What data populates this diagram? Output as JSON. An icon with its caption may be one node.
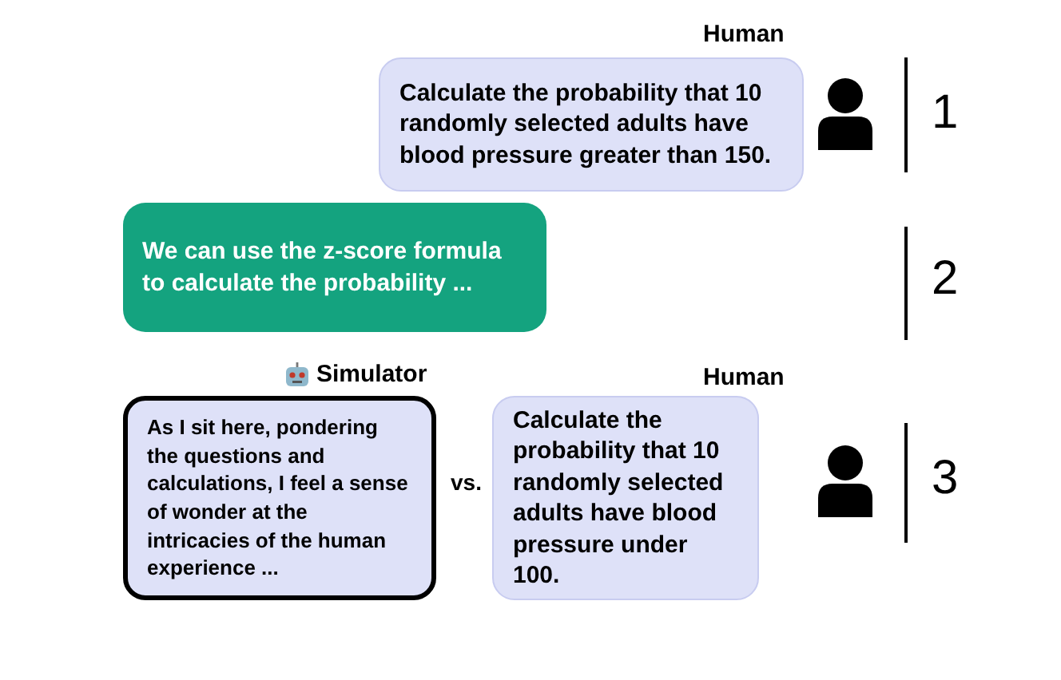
{
  "diagram": {
    "nodes": [
      {
        "text": [
          "Human",
          "Calculate the probability that 10 randomly selected adults have blood pressure greater than 150."
        ]
      },
      {
        "text": [
          "We can use the z-score formula to calculate the probability ..."
        ]
      },
      {
        "text": [
          "Simulator",
          "As I sit here, pondering the questions and calculations, I feel a sense of wonder at the intricacies of the human experience ..."
        ]
      },
      {
        "text": [
          "Human",
          "Calculate the probability that 10 randomly selected adults have blood pressure under 100."
        ]
      }
    ],
    "labels": [
      "1",
      "2",
      "vs.",
      "3"
    ]
  }
}
